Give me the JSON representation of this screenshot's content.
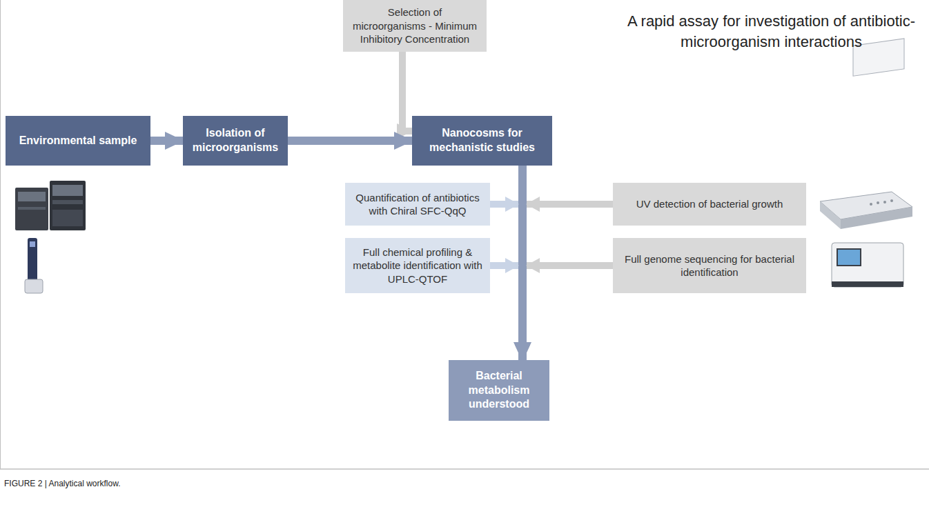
{
  "diagram": {
    "title": "A rapid assay for investigation of antibiotic-microorganism interactions",
    "caption": "FIGURE 2 | Analytical workflow.",
    "nodes": [
      {
        "text": [
          "Environmental sample"
        ]
      },
      {
        "text": [
          "Isolation of microorganisms"
        ]
      },
      {
        "text": [
          "Selection of microorganisms - Minimum Inhibitory Concentration"
        ]
      },
      {
        "text": [
          "Nanocosms for mechanistic studies"
        ]
      },
      {
        "text": [
          "Quantification of antibiotics with Chiral SFC-QqQ"
        ]
      },
      {
        "text": [
          "Full chemical profiling & metabolite identification with UPLC-QTOF"
        ]
      },
      {
        "text": [
          "UV detection of bacterial growth"
        ]
      },
      {
        "text": [
          "Full genome sequencing for bacterial identification"
        ]
      },
      {
        "text": [
          "Bacterial metabolism understood"
        ]
      }
    ],
    "edges": [
      {
        "from": 0,
        "to": 1,
        "arrow": "to"
      },
      {
        "from": 1,
        "to": 3,
        "arrow": "to"
      },
      {
        "from": 2,
        "to": 3,
        "arrow": "to"
      },
      {
        "from": 3,
        "to": 8,
        "arrow": "to"
      },
      {
        "from": 4,
        "to": 8,
        "arrow": "to"
      },
      {
        "from": 5,
        "to": 8,
        "arrow": "to"
      },
      {
        "from": 6,
        "to": 8,
        "arrow": "to"
      },
      {
        "from": 7,
        "to": 8,
        "arrow": "to"
      }
    ]
  }
}
